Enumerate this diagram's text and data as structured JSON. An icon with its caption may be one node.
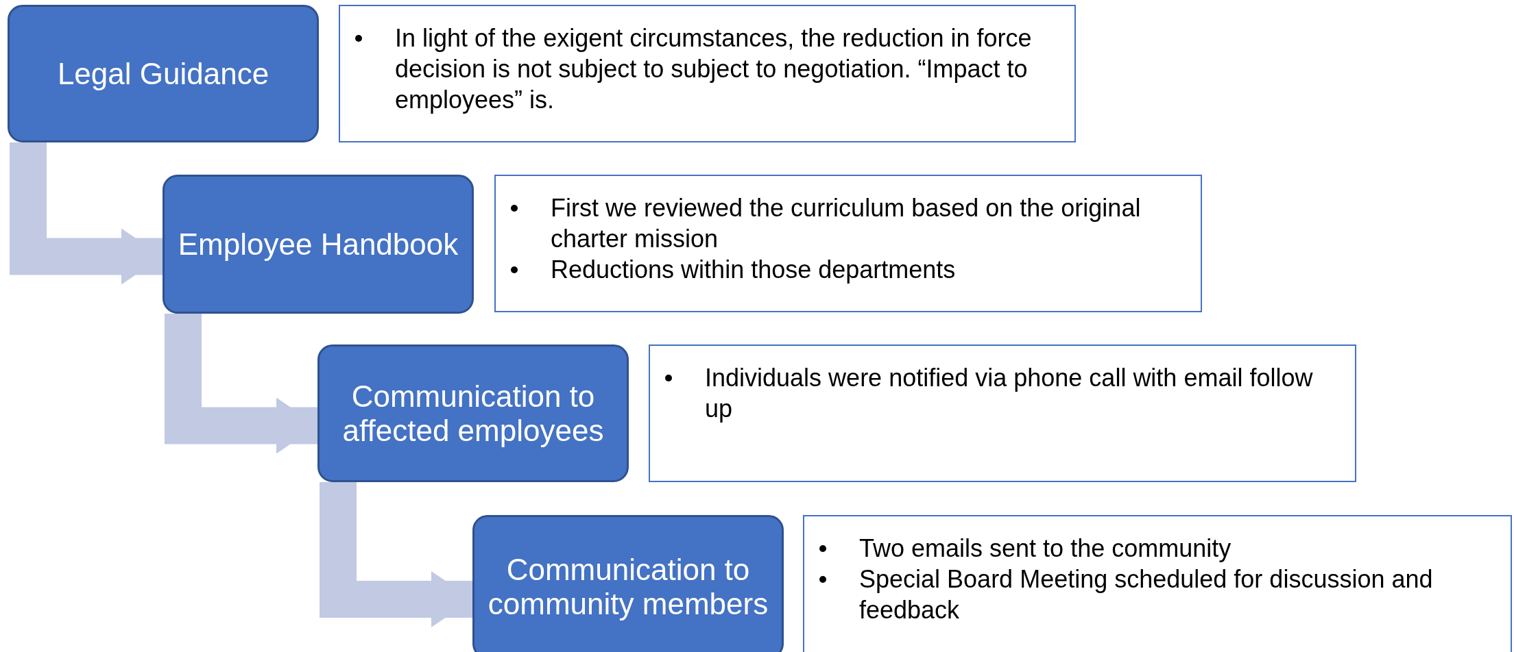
{
  "diagram": {
    "nodes": [
      {
        "text": [
          "Legal Guidance"
        ]
      },
      {
        "text": [
          "In light of the exigent circumstances, the reduction in force decision is not subject to subject to negotiation. “Impact to employees” is."
        ]
      },
      {
        "text": [
          "Employee Handbook"
        ]
      },
      {
        "text": [
          "First we reviewed the curriculum based on the original charter mission",
          "Reductions within those departments"
        ]
      },
      {
        "text": [
          "Communication to affected employees"
        ]
      },
      {
        "text": [
          "Individuals were notified via phone call with email follow up"
        ]
      },
      {
        "text": [
          "Communication to community members"
        ]
      },
      {
        "text": [
          "Two emails sent to the community",
          "Special Board Meeting scheduled for discussion and feedback"
        ]
      }
    ],
    "edges": [
      {
        "from": 0,
        "to": 2,
        "arrow": "to"
      },
      {
        "from": 2,
        "to": 4,
        "arrow": "to"
      },
      {
        "from": 4,
        "to": 6,
        "arrow": "to"
      }
    ]
  }
}
